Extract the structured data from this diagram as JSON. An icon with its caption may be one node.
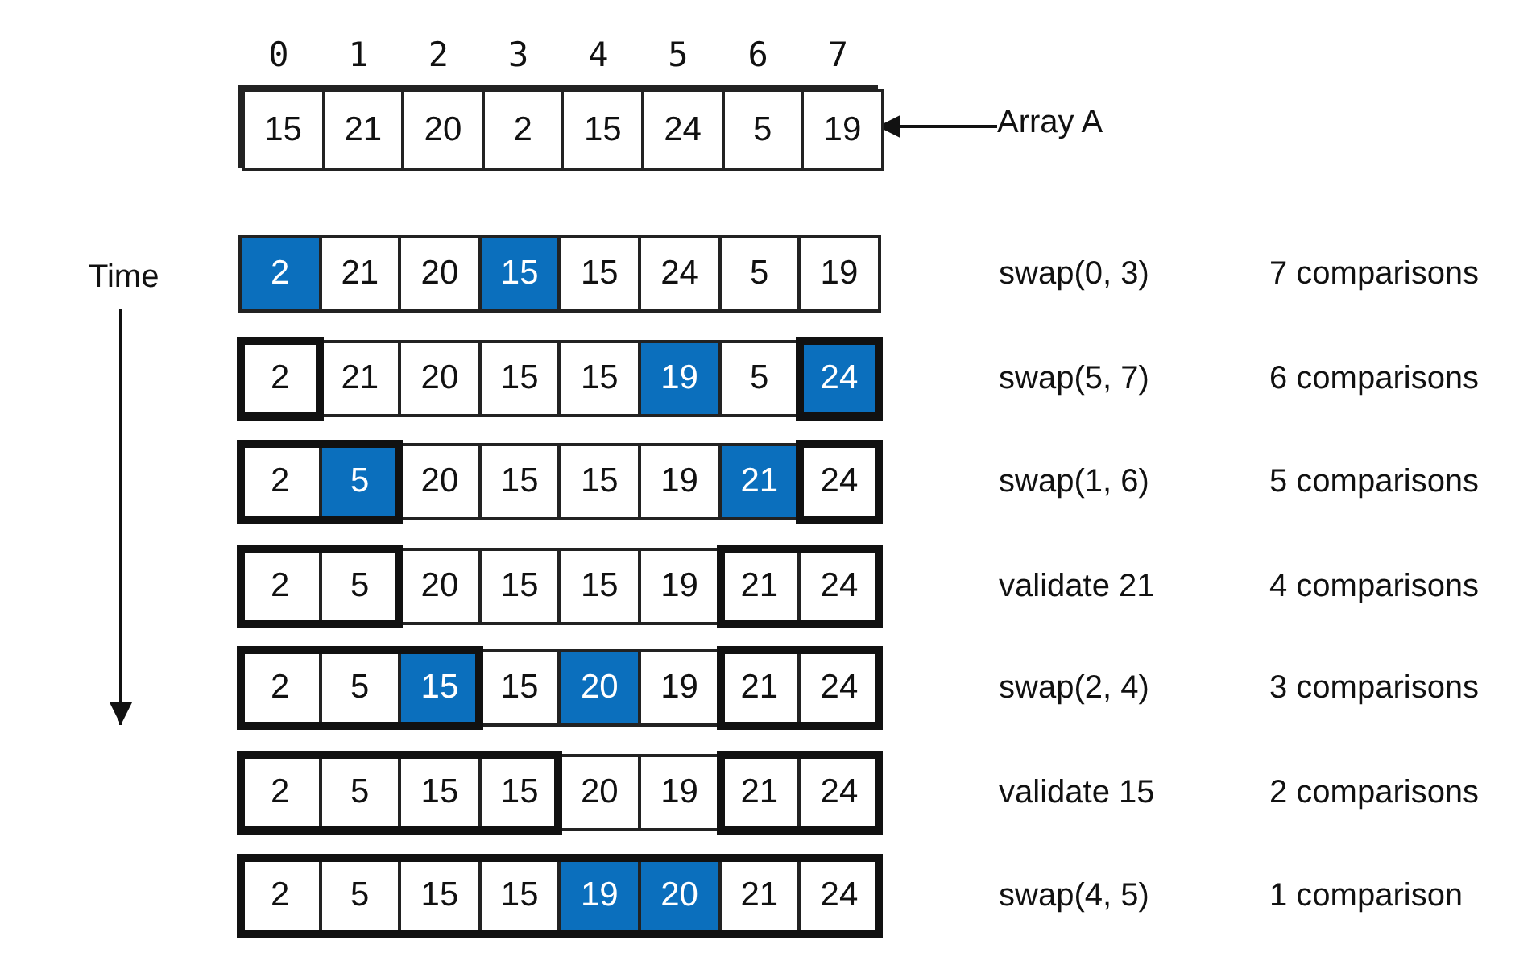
{
  "diagram": {
    "nodes": [
      {
        "text": [],
        "shape": "box"
      },
      {
        "text": [
          "15"
        ],
        "in": 0
      },
      {
        "text": [
          "21"
        ],
        "in": 0
      },
      {
        "text": [
          "20"
        ],
        "in": 0
      },
      {
        "text": [
          "2"
        ],
        "in": 0
      },
      {
        "text": [
          "15"
        ],
        "in": 0
      },
      {
        "text": [
          "24"
        ],
        "in": 0
      },
      {
        "text": [
          "5"
        ],
        "in": 0
      },
      {
        "text": [
          "19"
        ],
        "in": 0
      },
      {
        "text": [
          "Array A"
        ]
      },
      {
        "text": [
          "2"
        ]
      },
      {
        "text": [
          "21"
        ]
      },
      {
        "text": [
          "20"
        ]
      },
      {
        "text": [
          "15"
        ]
      },
      {
        "text": [
          "15"
        ]
      },
      {
        "text": [
          "24"
        ]
      },
      {
        "text": [
          "5"
        ]
      },
      {
        "text": [
          "19"
        ]
      },
      {
        "text": [
          "2"
        ]
      },
      {
        "text": [
          "21"
        ]
      },
      {
        "text": [
          "20"
        ]
      },
      {
        "text": [
          "15"
        ]
      },
      {
        "text": [
          "15"
        ]
      },
      {
        "text": [
          "19"
        ]
      },
      {
        "text": [
          "5"
        ]
      },
      {
        "text": [
          "24"
        ]
      },
      {
        "text": [
          "2"
        ]
      },
      {
        "text": [
          "5"
        ]
      },
      {
        "text": [
          "20"
        ]
      },
      {
        "text": [
          "15"
        ]
      },
      {
        "text": [
          "15"
        ]
      },
      {
        "text": [
          "19"
        ]
      },
      {
        "text": [
          "21"
        ]
      },
      {
        "text": [
          "24"
        ]
      },
      {
        "text": [
          "2"
        ]
      },
      {
        "text": [
          "5"
        ]
      },
      {
        "text": [
          "20"
        ]
      },
      {
        "text": [
          "15"
        ]
      },
      {
        "text": [
          "15"
        ]
      },
      {
        "text": [
          "19"
        ]
      },
      {
        "text": [
          "21"
        ]
      },
      {
        "text": [
          "24"
        ]
      },
      {
        "text": [
          "2"
        ]
      },
      {
        "text": [
          "5"
        ]
      },
      {
        "text": [
          "15"
        ]
      },
      {
        "text": [
          "15"
        ]
      },
      {
        "text": [
          "20"
        ]
      },
      {
        "text": [
          "19"
        ]
      },
      {
        "text": [
          "21"
        ]
      },
      {
        "text": [
          "24"
        ]
      },
      {
        "text": [
          "2"
        ]
      },
      {
        "text": [
          "5"
        ]
      },
      {
        "text": [
          "15"
        ]
      },
      {
        "text": [
          "15"
        ]
      },
      {
        "text": [
          "20"
        ]
      },
      {
        "text": [
          "19"
        ]
      },
      {
        "text": [
          "21"
        ]
      },
      {
        "text": [
          "24"
        ]
      },
      {
        "text": [
          "2"
        ]
      },
      {
        "text": [
          "5"
        ]
      },
      {
        "text": [
          "15"
        ]
      },
      {
        "text": [
          "15"
        ]
      },
      {
        "text": [
          "19"
        ]
      },
      {
        "text": [
          "20"
        ]
      },
      {
        "text": [
          "21"
        ]
      },
      {
        "text": [
          "24"
        ]
      }
    ],
    "edges": [
      {
        "from": 9,
        "to": 0,
        "arrow": "to"
      }
    ],
    "labels": [
      "0",
      "1",
      "2",
      "3",
      "4",
      "5",
      "6",
      "7",
      "Time",
      "swap(0, 3)",
      "7 comparisons",
      "swap(5, 7)",
      "6 comparisons",
      "swap(1, 6)",
      "5 comparisons",
      "validate 21",
      "4 comparisons",
      "swap(2, 4)",
      "3 comparisons",
      "validate 15",
      "2 comparisons",
      "swap(4, 5)",
      "1 comparison"
    ]
  }
}
